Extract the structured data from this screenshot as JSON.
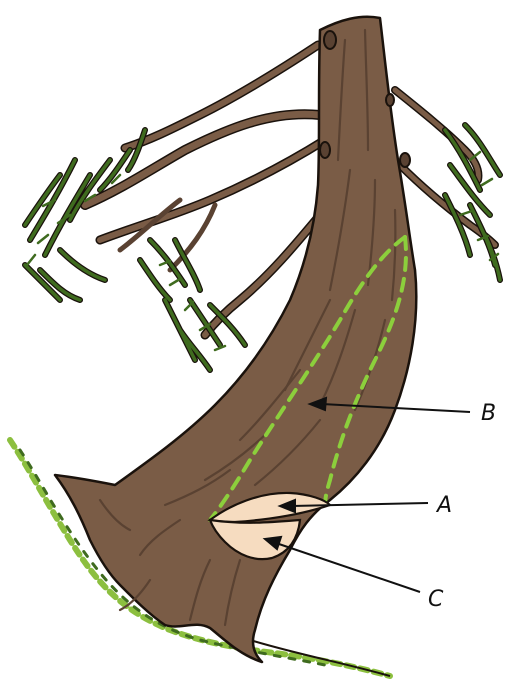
{
  "diagram": {
    "labels": {
      "a": "A",
      "b": "B",
      "c": "C"
    },
    "colors": {
      "bark": "#7a5c46",
      "bark_dark": "#5a4232",
      "outline": "#1a120c",
      "foliage": "#3f6b1f",
      "foliage_light": "#8cbf3f",
      "dashed_guide": "#8ccf3c",
      "cut_face": "#f6dcc0",
      "arrow": "#111111"
    }
  }
}
